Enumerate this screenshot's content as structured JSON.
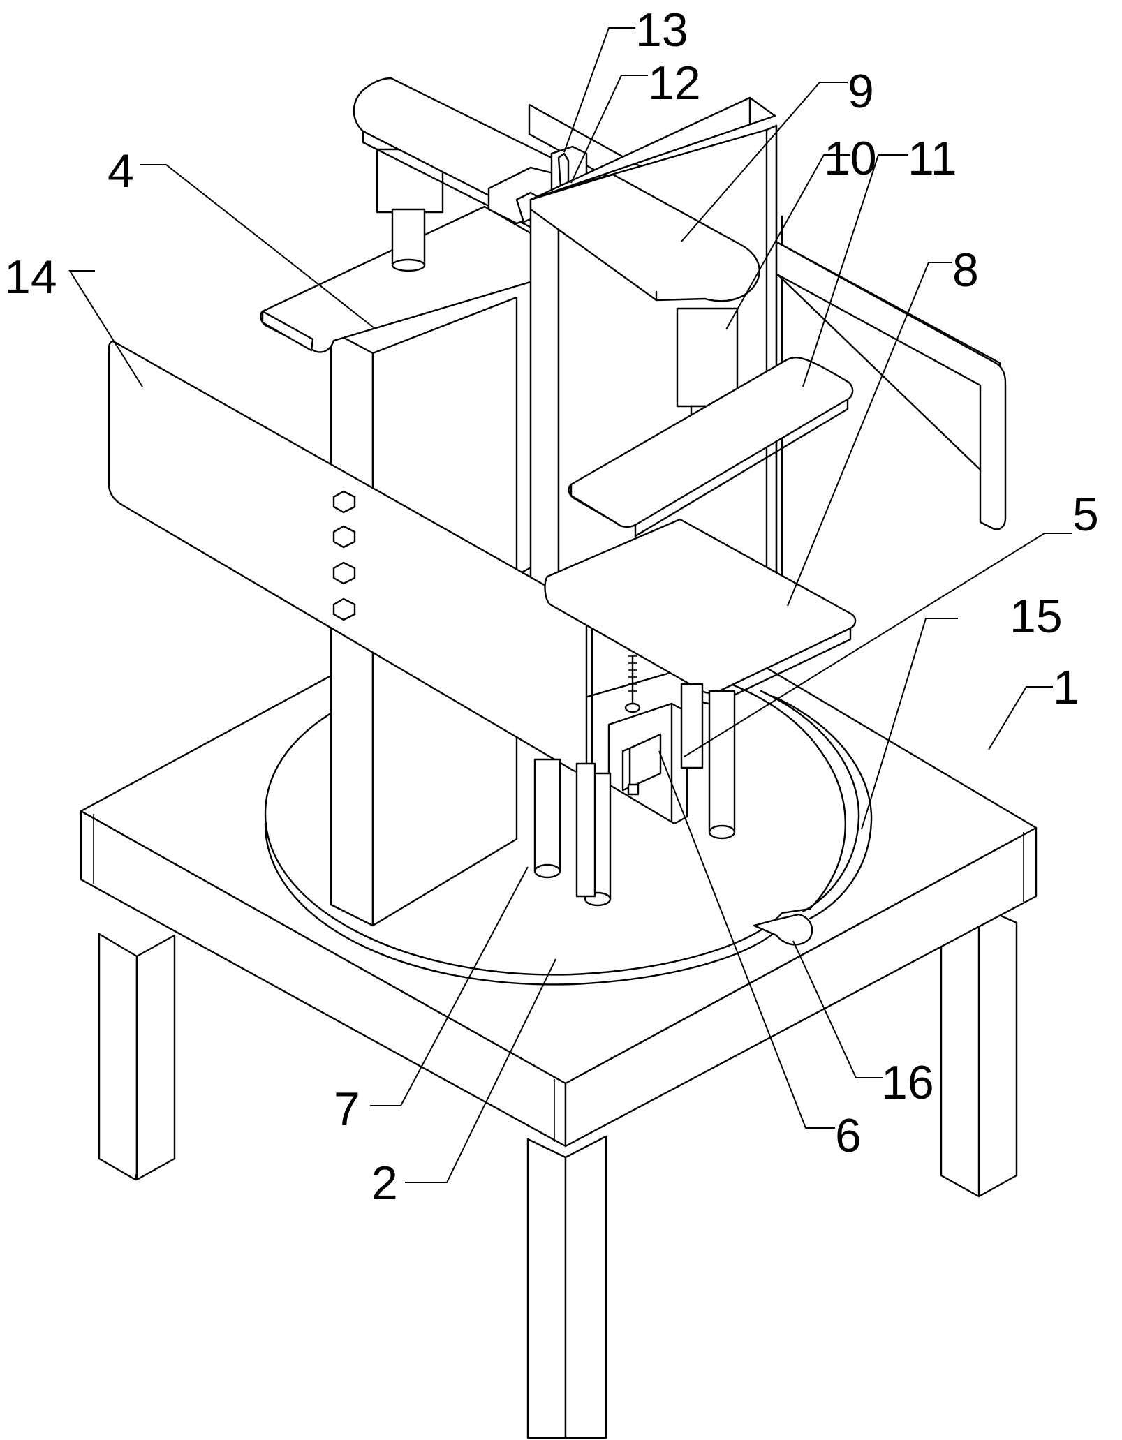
{
  "figure": {
    "labels": [
      {
        "id": "1",
        "text": "1"
      },
      {
        "id": "2",
        "text": "2"
      },
      {
        "id": "4",
        "text": "4"
      },
      {
        "id": "5",
        "text": "5"
      },
      {
        "id": "6",
        "text": "6"
      },
      {
        "id": "7",
        "text": "7"
      },
      {
        "id": "8",
        "text": "8"
      },
      {
        "id": "9",
        "text": "9"
      },
      {
        "id": "10",
        "text": "10"
      },
      {
        "id": "11",
        "text": "11"
      },
      {
        "id": "12",
        "text": "12"
      },
      {
        "id": "13",
        "text": "13"
      },
      {
        "id": "14",
        "text": "14"
      },
      {
        "id": "15",
        "text": "15"
      },
      {
        "id": "16",
        "text": "16"
      }
    ],
    "line_color": "#000000",
    "background_color": "#ffffff"
  }
}
